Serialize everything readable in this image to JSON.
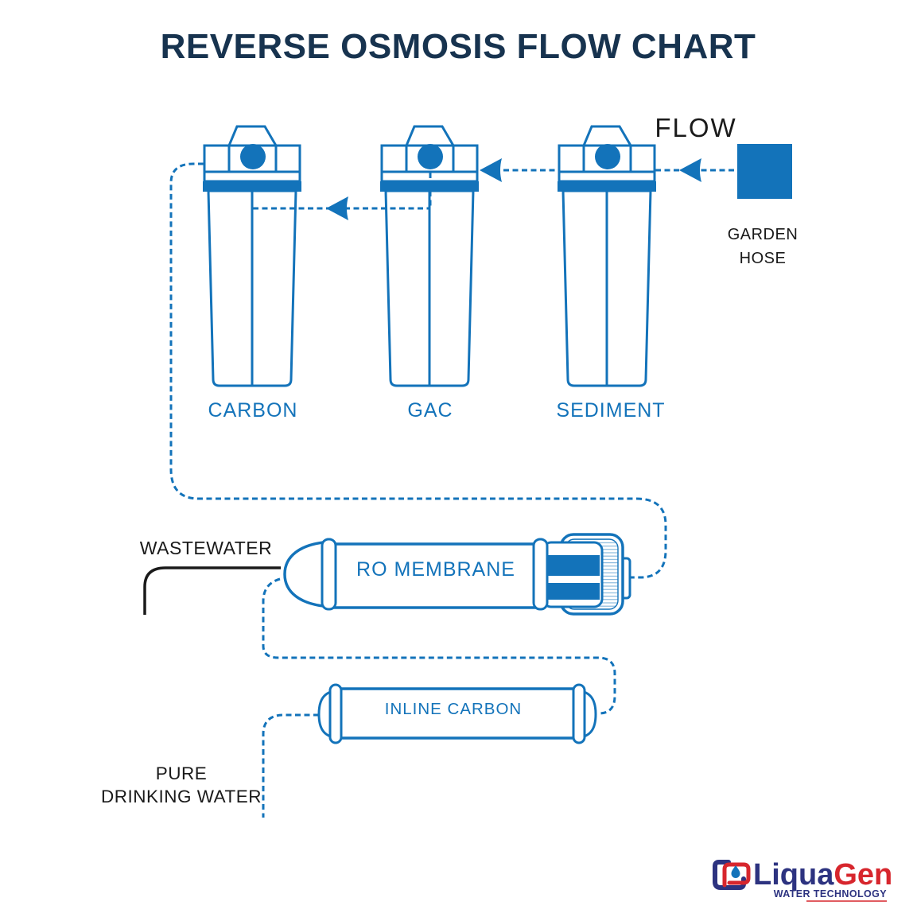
{
  "title": "REVERSE OSMOSIS FLOW CHART",
  "colors": {
    "diagram_blue": "#1373BA",
    "title_navy": "#17334F",
    "text_black": "#1A1A1A",
    "logo_navy": "#2D3380",
    "logo_red": "#D7262D",
    "background": "#FFFFFF"
  },
  "source": {
    "flow_label": "FLOW",
    "garden_hose_line1": "GARDEN",
    "garden_hose_line2": "HOSE"
  },
  "filters": {
    "carbon": "CARBON",
    "gac": "GAC",
    "sediment": "SEDIMENT"
  },
  "membrane": {
    "label": "RO MEMBRANE"
  },
  "inline_carbon": {
    "label": "INLINE CARBON"
  },
  "outputs": {
    "wastewater": "WASTEWATER",
    "pure_line1": "PURE",
    "pure_line2": "DRINKING WATER"
  },
  "logo": {
    "brand_primary": "Liqua",
    "brand_accent": "Gen",
    "tagline": "WATER TECHNOLOGY"
  },
  "flow_sequence": [
    "GARDEN HOSE",
    "SEDIMENT",
    "GAC",
    "CARBON",
    "RO MEMBRANE",
    "INLINE CARBON",
    "PURE DRINKING WATER"
  ]
}
